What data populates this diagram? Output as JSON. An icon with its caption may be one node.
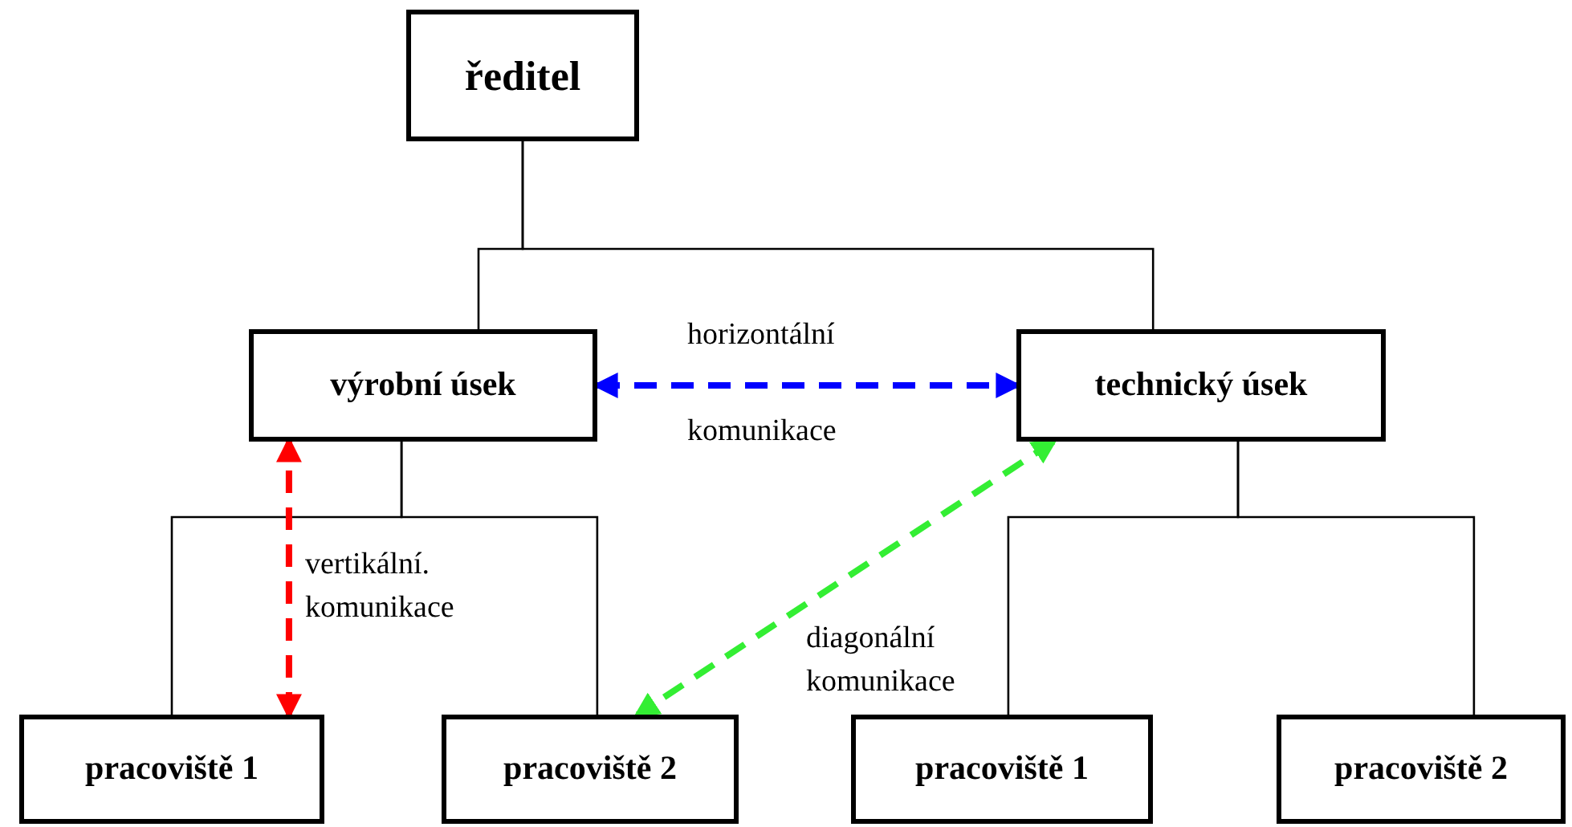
{
  "diagram": {
    "nodes": [
      {
        "text": [
          "ředitel"
        ]
      },
      {
        "text": [
          "výrobní úsek"
        ]
      },
      {
        "text": [
          "technický úsek"
        ]
      },
      {
        "text": [
          "pracoviště 1"
        ]
      },
      {
        "text": [
          "pracoviště 2"
        ]
      },
      {
        "text": [
          "pracoviště 1"
        ]
      },
      {
        "text": [
          "pracoviště 2"
        ]
      }
    ],
    "edges": [
      {
        "from": 0,
        "to": 1,
        "arrow": "none"
      },
      {
        "from": 0,
        "to": 2,
        "arrow": "none"
      },
      {
        "from": 1,
        "to": 3,
        "arrow": "none"
      },
      {
        "from": 1,
        "to": 4,
        "arrow": "none"
      },
      {
        "from": 2,
        "to": 5,
        "arrow": "none"
      },
      {
        "from": 2,
        "to": 6,
        "arrow": "none"
      },
      {
        "from": 1,
        "to": 2,
        "arrow": "both",
        "style": "dashed",
        "color": "#0000ff"
      },
      {
        "from": 3,
        "to": 1,
        "arrow": "both",
        "style": "dashed",
        "color": "#ff0000",
        "label": "vertikální. komunikace"
      },
      {
        "from": 2,
        "to": 4,
        "arrow": "both",
        "style": "dashed",
        "color": "#33ee33",
        "label": "diagonální komunikace"
      }
    ],
    "labels": [
      "horizontální",
      "komunikace"
    ]
  }
}
